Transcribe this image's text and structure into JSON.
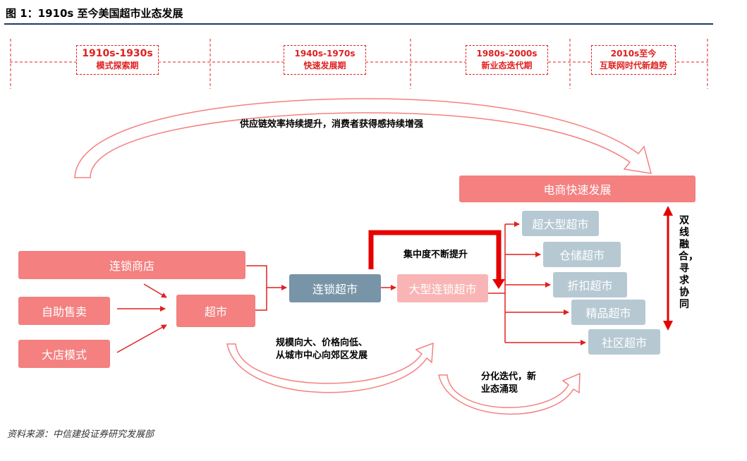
{
  "title": "图 1：1910s 至今美国超市业态发展",
  "timeline": [
    {
      "period": "1910s-1930s",
      "name": "模式探索期"
    },
    {
      "period": "1940s-1970s",
      "name": "快速发展期"
    },
    {
      "period": "1980s-2000s",
      "name": "新业态迭代期"
    },
    {
      "period": "2010s至今",
      "name": "互联网时代新趋势"
    }
  ],
  "notes": {
    "efficiency": "供应链效率持续提升，消费者获得感持续增强",
    "concentration": "集中度不断提升",
    "scale_line1": "规模向大、价格向低、",
    "scale_line2": "从城市中心向郊区发展",
    "diversify_line1": "分化迭代，新",
    "diversify_line2": "业态涌现",
    "fusion": "双线融合，寻求协同"
  },
  "boxes": {
    "chain_store": "连锁商店",
    "self_service": "自助售卖",
    "big_store": "大店模式",
    "supermarket": "超市",
    "chain_supermarket": "连锁超市",
    "large_chain_supermarket": "大型连锁超市",
    "ecommerce": "电商快速发展",
    "hypermarket": "超大型超市",
    "warehouse": "仓储超市",
    "discount": "折扣超市",
    "boutique": "精品超市",
    "community": "社区超市"
  },
  "source": "资料来源：中信建投证券研究发展部",
  "colors": {
    "primary_red": "#f48080",
    "arrow_red": "#e02020",
    "steel_blue": "#7895a8",
    "light_pink": "#f9b5b5",
    "gray_blue": "#b6c9d3",
    "title_rule": "#1f3864"
  }
}
